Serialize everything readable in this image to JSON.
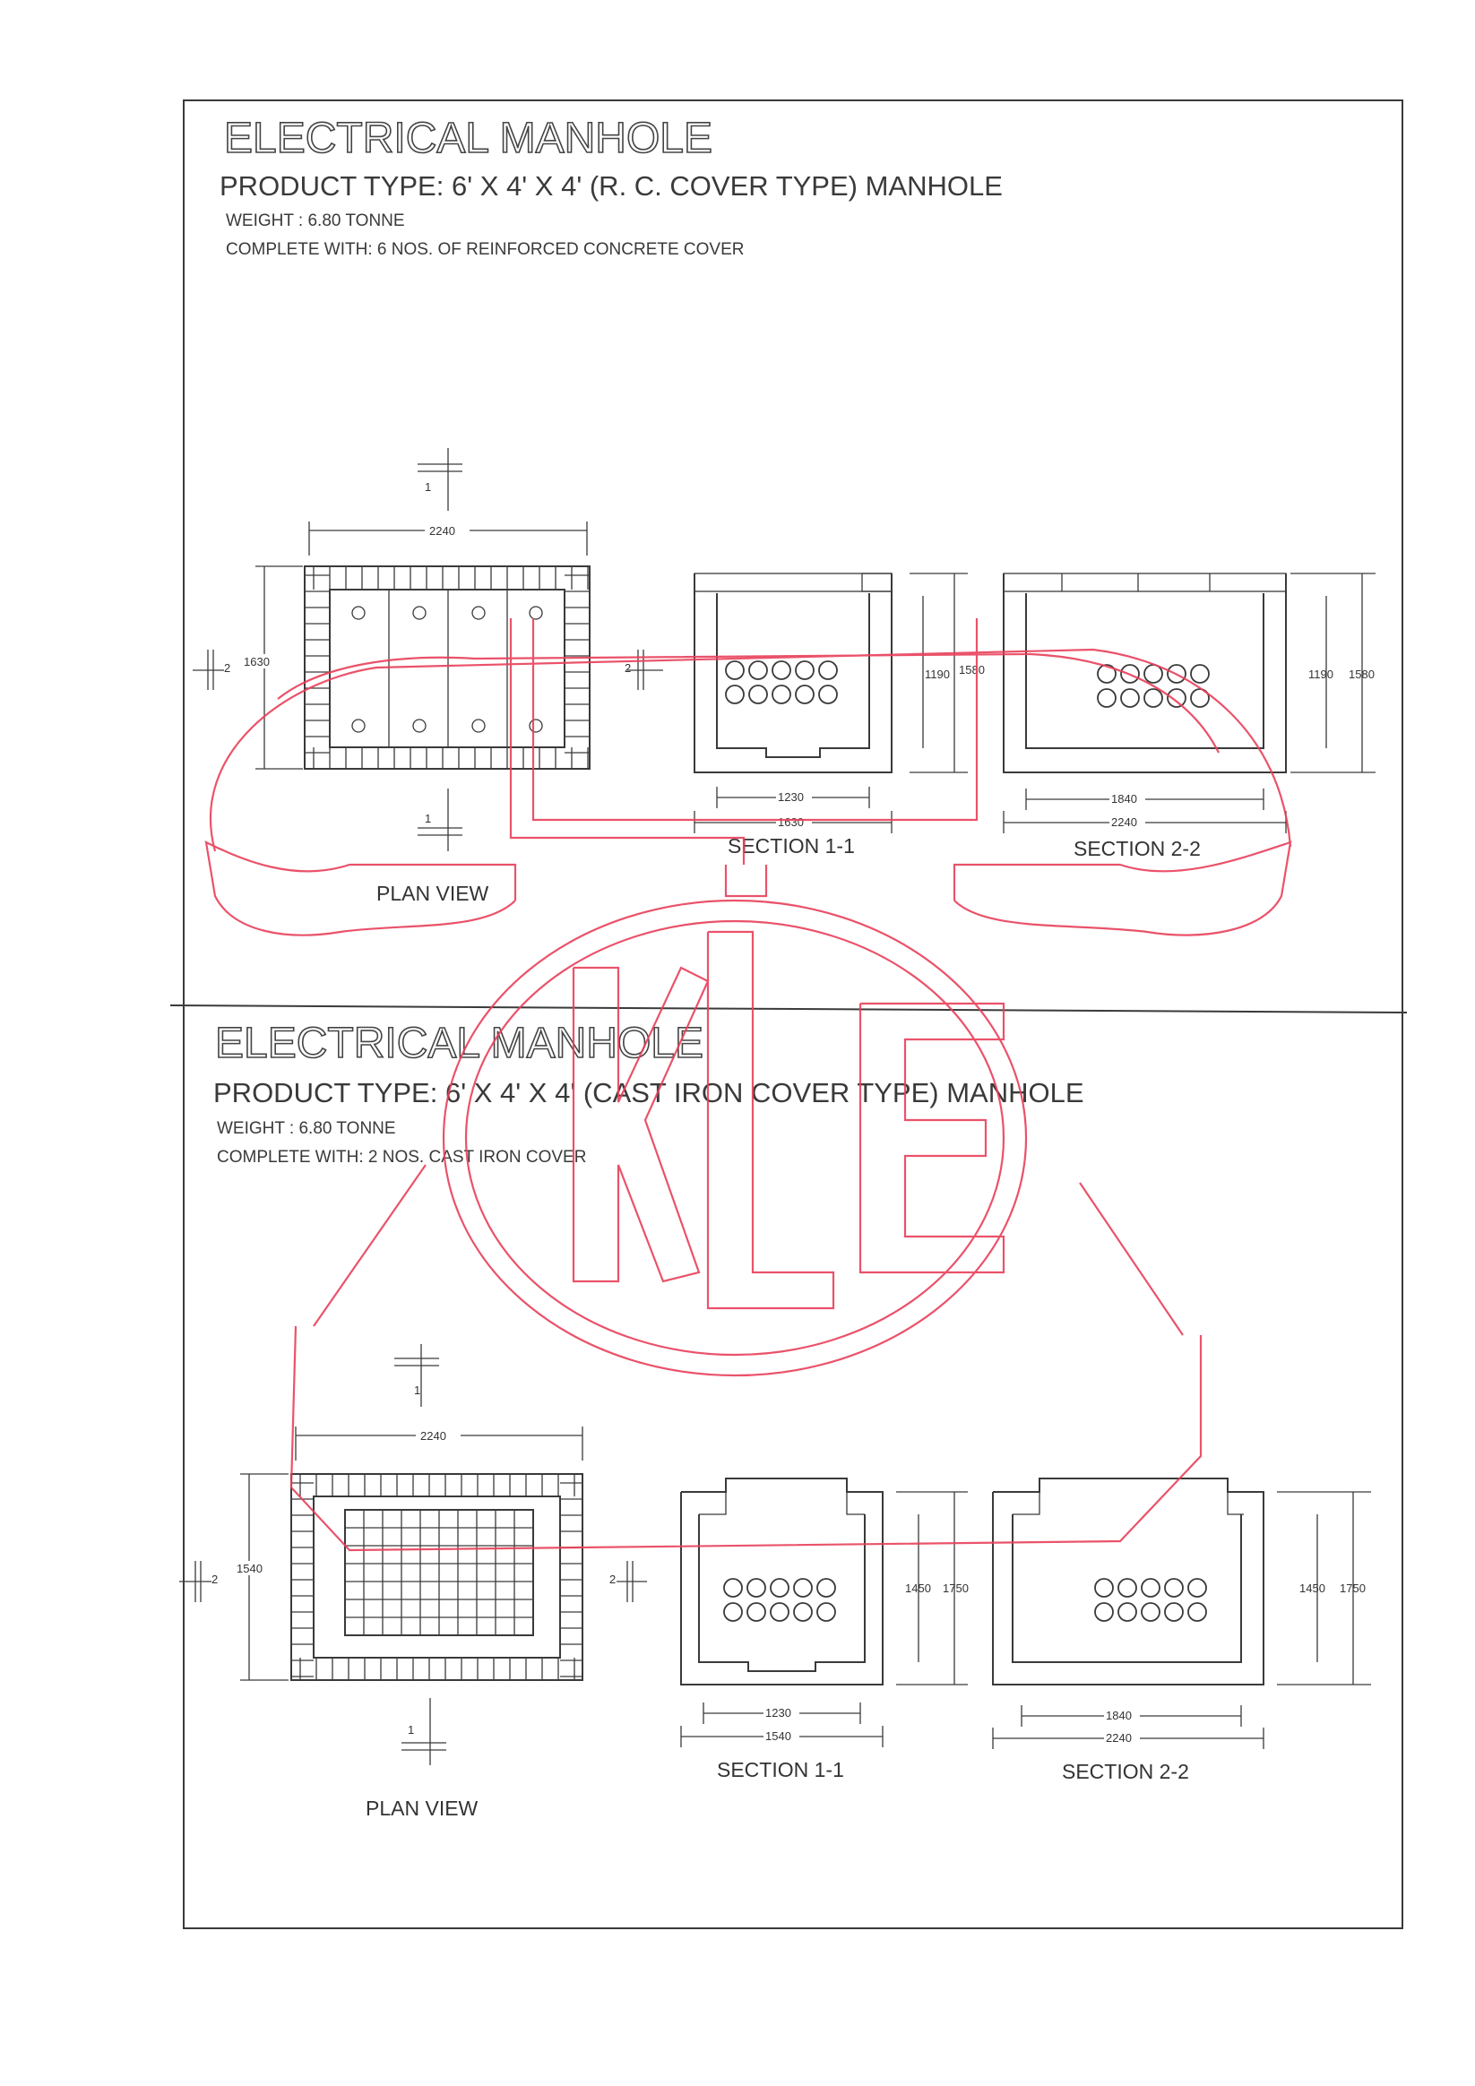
{
  "top": {
    "title": "ELECTRICAL MANHOLE",
    "product_type": "PRODUCT TYPE:  6' X 4' X 4' (R. C. COVER TYPE) MANHOLE",
    "weight": "WEIGHT :   6.80 TONNE",
    "complete_with": "COMPLETE WITH:  6 NOS. OF REINFORCED CONCRETE COVER",
    "plan_label": "PLAN VIEW",
    "section1_label": "SECTION 1-1",
    "section2_label": "SECTION 2-2",
    "dims": {
      "plan_width": "2240",
      "plan_height": "1630",
      "s1_inner": "1230",
      "s1_outer": "1630",
      "s1_h1": "1190",
      "s1_h2": "1580",
      "s2_inner": "1840",
      "s2_outer": "2240",
      "s2_h1": "1190",
      "s2_h2": "1580"
    }
  },
  "bottom": {
    "title": "ELECTRICAL MANHOLE",
    "product_type": "PRODUCT TYPE:  6' X 4' X 4' (CAST IRON COVER TYPE) MANHOLE",
    "weight": "WEIGHT :   6.80 TONNE",
    "complete_with": "COMPLETE WITH:  2 NOS. CAST IRON COVER",
    "plan_label": "PLAN VIEW",
    "section1_label": "SECTION 1-1",
    "section2_label": "SECTION 2-2",
    "dims": {
      "plan_width": "2240",
      "plan_height": "1540",
      "s1_inner": "1230",
      "s1_outer": "1540",
      "s1_h1": "1450",
      "s1_h2": "1750",
      "s2_inner": "1840",
      "s2_outer": "2240",
      "s2_h1": "1450",
      "s2_h2": "1750"
    }
  },
  "markers": {
    "one": "1",
    "two": "2"
  },
  "colors": {
    "ink": "#3a3a3a",
    "watermark": "#e8405a"
  }
}
